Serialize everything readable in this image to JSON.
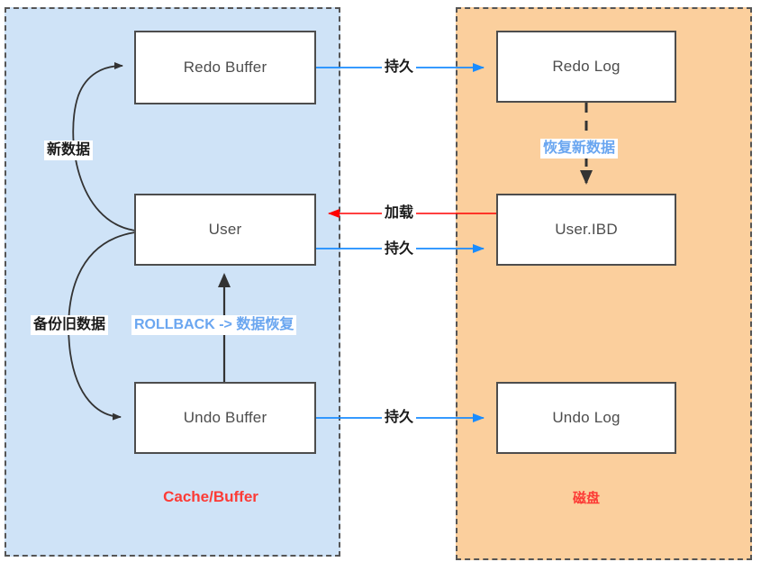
{
  "diagram": {
    "title": "MySQL Redo/Undo buffer and disk persistence flow",
    "colors": {
      "cache_zone_bg": "#cfe3f7",
      "disk_zone_bg": "#fbcf9d",
      "zone_border": "#555555",
      "node_border": "#4d4d4d",
      "node_text": "#4d4d4d",
      "blue_arrow": "#1a8cff",
      "red_arrow": "#ff0000",
      "dark_arrow": "#333333",
      "label_blue": "#6aa6f0",
      "caption_red": "#fc3b36"
    },
    "zones": [
      {
        "id": "cache",
        "caption": "Cache/Buffer"
      },
      {
        "id": "disk",
        "caption": "磁盘"
      }
    ],
    "nodes": [
      {
        "id": "redo-buffer",
        "label": "Redo Buffer",
        "zone": "cache"
      },
      {
        "id": "user",
        "label": "User",
        "zone": "cache"
      },
      {
        "id": "undo-buffer",
        "label": "Undo Buffer",
        "zone": "cache"
      },
      {
        "id": "redo-log",
        "label": "Redo Log",
        "zone": "disk"
      },
      {
        "id": "user-ibd",
        "label": "User.IBD",
        "zone": "disk"
      },
      {
        "id": "undo-log",
        "label": "Undo Log",
        "zone": "disk"
      }
    ],
    "edges": [
      {
        "id": "new-data",
        "label": "新数据",
        "from": "user",
        "to": "redo-buffer",
        "style": "curved-dark",
        "color_role": "dark"
      },
      {
        "id": "backup-old",
        "label": "备份旧数据",
        "from": "user",
        "to": "undo-buffer",
        "style": "curved-dark",
        "color_role": "dark"
      },
      {
        "id": "rollback",
        "label": "ROLLBACK -> 数据恢复",
        "from": "undo-buffer",
        "to": "user",
        "style": "straight-dark",
        "color_role": "blue-text"
      },
      {
        "id": "persist-1",
        "label": "持久",
        "from": "redo-buffer",
        "to": "redo-log",
        "style": "straight",
        "color_role": "blue"
      },
      {
        "id": "load",
        "label": "加载",
        "from": "user-ibd",
        "to": "user",
        "style": "straight",
        "color_role": "red"
      },
      {
        "id": "persist-2",
        "label": "持久",
        "from": "user",
        "to": "user-ibd",
        "style": "straight",
        "color_role": "blue"
      },
      {
        "id": "persist-3",
        "label": "持久",
        "from": "undo-buffer",
        "to": "undo-log",
        "style": "straight",
        "color_role": "blue"
      },
      {
        "id": "recover",
        "label": "恢复新数据",
        "from": "redo-log",
        "to": "user-ibd",
        "style": "dashed",
        "color_role": "blue-text"
      }
    ]
  }
}
